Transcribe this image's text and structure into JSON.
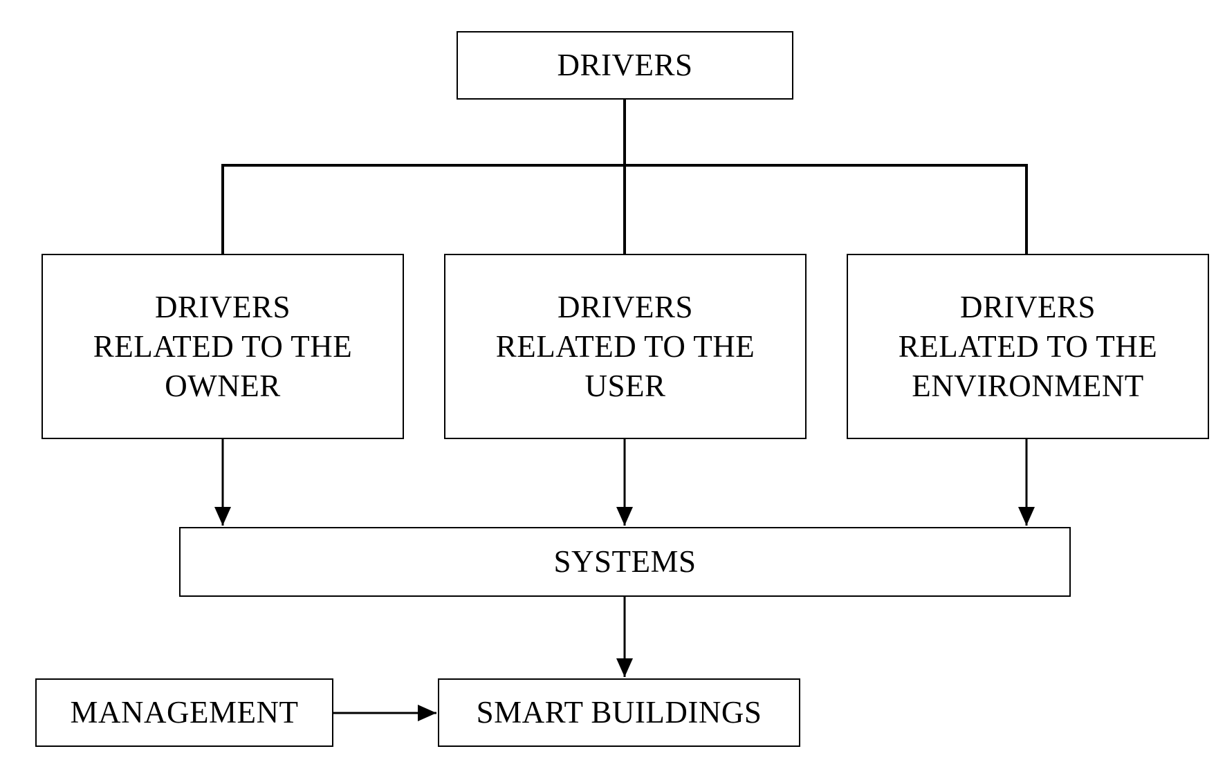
{
  "diagram": {
    "root": {
      "label": "DRIVERS"
    },
    "categories": [
      {
        "lines": [
          "DRIVERS",
          "RELATED TO THE",
          "OWNER"
        ]
      },
      {
        "lines": [
          "DRIVERS",
          "RELATED TO THE",
          "USER"
        ]
      },
      {
        "lines": [
          "DRIVERS",
          "RELATED TO THE",
          "ENVIRONMENT"
        ]
      }
    ],
    "systems": {
      "label": "SYSTEMS"
    },
    "management": {
      "label": "MANAGEMENT"
    },
    "smart_buildings": {
      "label": "SMART BUILDINGS"
    }
  },
  "colors": {
    "stroke": "#000000",
    "background": "#ffffff"
  }
}
